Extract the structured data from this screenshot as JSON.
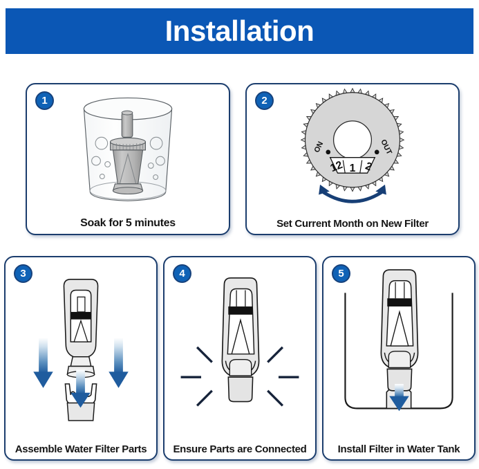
{
  "header": {
    "title": "Installation",
    "background_color": "#0b57b5",
    "text_color": "#ffffff"
  },
  "theme": {
    "card_border_color": "#1b3d6d",
    "badge_color": "#0f62b6",
    "arrow_color": "#1f5c9e",
    "part_fill": "#e6e6e6",
    "outline": "#1a1a1a"
  },
  "steps": [
    {
      "number": "1",
      "caption": "Soak for 5 minutes",
      "illustration": "filter-in-beaker"
    },
    {
      "number": "2",
      "caption": "Set Current Month on New Filter",
      "illustration": "month-dial",
      "dial": {
        "left_label": "ON",
        "right_label": "OUT",
        "months": [
          "12",
          "1",
          "2"
        ]
      }
    },
    {
      "number": "3",
      "caption": "Assemble Water Filter Parts",
      "illustration": "filter-with-down-arrows"
    },
    {
      "number": "4",
      "caption": "Ensure Parts are Connected",
      "illustration": "assembled-filter-sparkles"
    },
    {
      "number": "5",
      "caption": "Install Filter in Water Tank",
      "illustration": "filter-into-tank"
    }
  ]
}
